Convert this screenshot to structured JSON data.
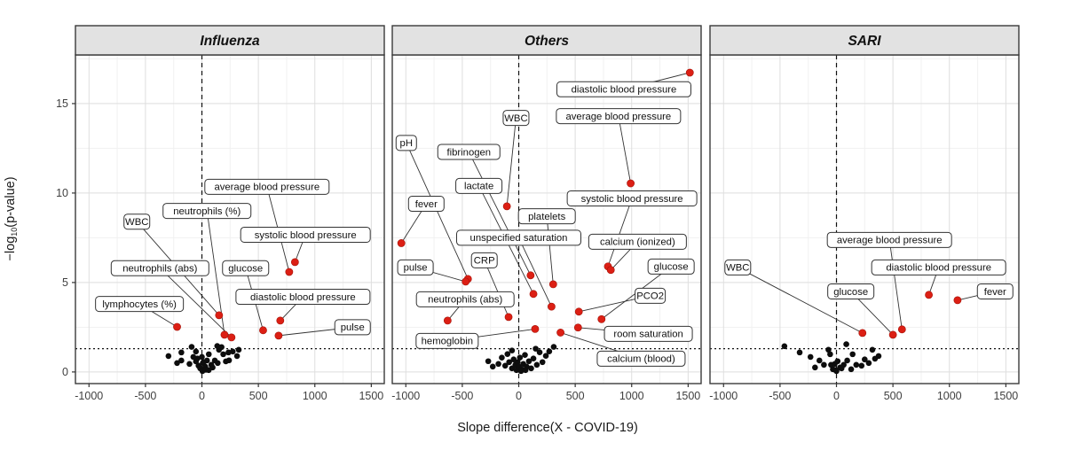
{
  "chart_data": {
    "type": "scatter",
    "title": "",
    "xlabel": "Slope difference(X - COVID-19)",
    "ylabel": "-log10(p-value)",
    "xlim": [
      -1120,
      1615
    ],
    "ylim": [
      -0.65,
      17.72
    ],
    "x_ticks": [
      -1000,
      -500,
      0,
      500,
      1000,
      1500
    ],
    "y_ticks": [
      0,
      5,
      10,
      15
    ],
    "x_minor": [
      -750,
      -250,
      250,
      750,
      1250
    ],
    "y_minor": [
      2.5,
      7.5,
      12.5,
      17.5
    ],
    "threshold_line_y": 1.3,
    "zero_line_x": 0,
    "legend_position": "none",
    "grid": true,
    "panels": [
      {
        "title": "Influenza",
        "labeled_points": [
          {
            "label": "average blood pressure",
            "x": 773,
            "y": 5.59,
            "lx": 576,
            "ly": 10.35
          },
          {
            "label": "neutrophils (%)",
            "x": 200,
            "y": 2.08,
            "lx": 45,
            "ly": 9.0
          },
          {
            "label": "WBC",
            "x": 152,
            "y": 3.17,
            "lx": -576,
            "ly": 8.4
          },
          {
            "label": "systolic blood pressure",
            "x": 824,
            "y": 6.14,
            "lx": 917,
            "ly": 7.67
          },
          {
            "label": "neutrophils (abs)",
            "x": 262,
            "y": 1.93,
            "lx": -371,
            "ly": 5.8
          },
          {
            "label": "glucose",
            "x": 542,
            "y": 2.33,
            "lx": 387,
            "ly": 5.8
          },
          {
            "label": "diastolic blood pressure",
            "x": 694,
            "y": 2.87,
            "lx": 895,
            "ly": 4.2
          },
          {
            "label": "lymphocytes (%)",
            "x": -220,
            "y": 2.52,
            "lx": -553,
            "ly": 3.8
          },
          {
            "label": "pulse",
            "x": 679,
            "y": 2.03,
            "lx": 1334,
            "ly": 2.5
          }
        ],
        "points": [
          [
            -296,
            0.89
          ],
          [
            -220,
            0.5
          ],
          [
            -182,
            1.09
          ],
          [
            -182,
            0.64
          ],
          [
            -91,
            1.4
          ],
          [
            -76,
            0.84
          ],
          [
            -53,
            1.14
          ],
          [
            -53,
            0.59
          ],
          [
            -30,
            0.35
          ],
          [
            0,
            0.84
          ],
          [
            8,
            0.5
          ],
          [
            23,
            0.15
          ],
          [
            45,
            0.64
          ],
          [
            61,
            0.99
          ],
          [
            83,
            0.4
          ],
          [
            114,
            0.64
          ],
          [
            136,
            1.45
          ],
          [
            151,
            1.24
          ],
          [
            174,
            1.39
          ],
          [
            189,
            0.99
          ],
          [
            212,
            0.59
          ],
          [
            235,
            1.09
          ],
          [
            273,
            1.14
          ],
          [
            311,
            0.89
          ],
          [
            326,
            1.24
          ],
          [
            -15,
            0.2
          ],
          [
            30,
            0.3
          ],
          [
            -110,
            0.45
          ],
          [
            60,
            0.1
          ],
          [
            15,
            0.55
          ],
          [
            -40,
            0.75
          ],
          [
            95,
            0.25
          ],
          [
            140,
            0.5
          ],
          [
            240,
            0.65
          ],
          [
            5,
            0.05
          ],
          [
            35,
            0.12
          ]
        ]
      },
      {
        "title": "Others",
        "labeled_points": [
          {
            "label": "diastolic blood pressure",
            "x": 1515,
            "y": 16.73,
            "lx": 931,
            "ly": 15.8
          },
          {
            "label": "average blood pressure",
            "x": 991,
            "y": 10.54,
            "lx": 883,
            "ly": 14.3
          },
          {
            "label": "WBC",
            "x": -105,
            "y": 9.26,
            "lx": -24,
            "ly": 14.2
          },
          {
            "label": "pH",
            "x": -450,
            "y": 5.2,
            "lx": -996,
            "ly": 12.8
          },
          {
            "label": "fibrinogen",
            "x": 105,
            "y": 5.4,
            "lx": -442,
            "ly": 12.3
          },
          {
            "label": "lactate",
            "x": 130,
            "y": 4.36,
            "lx": -353,
            "ly": 10.4
          },
          {
            "label": "fever",
            "x": -1040,
            "y": 7.2,
            "lx": -819,
            "ly": 9.4
          },
          {
            "label": "systolic blood pressure",
            "x": 790,
            "y": 5.9,
            "lx": 1003,
            "ly": 9.7
          },
          {
            "label": "platelets",
            "x": 305,
            "y": 4.9,
            "lx": 249,
            "ly": 8.7
          },
          {
            "label": "unspecified saturation",
            "x": 290,
            "y": 3.65,
            "lx": 0,
            "ly": 7.5
          },
          {
            "label": "calcium (ionized)",
            "x": 815,
            "y": 5.7,
            "lx": 1052,
            "ly": 7.28
          },
          {
            "label": "CRP",
            "x": -90,
            "y": 3.07,
            "lx": -305,
            "ly": 6.24
          },
          {
            "label": "pulse",
            "x": -470,
            "y": 5.05,
            "lx": -915,
            "ly": 5.84
          },
          {
            "label": "glucose",
            "x": 733,
            "y": 2.95,
            "lx": 1349,
            "ly": 5.89
          },
          {
            "label": "PCO2",
            "x": 532,
            "y": 3.37,
            "lx": 1164,
            "ly": 4.26
          },
          {
            "label": "neutrophils (abs)",
            "x": -630,
            "y": 2.87,
            "lx": -474,
            "ly": 4.06
          },
          {
            "label": "room saturation",
            "x": 525,
            "y": 2.48,
            "lx": 1148,
            "ly": 2.13
          },
          {
            "label": "hemoglobin",
            "x": 145,
            "y": 2.4,
            "lx": -634,
            "ly": 1.73
          },
          {
            "label": "calcium (blood)",
            "x": 370,
            "y": 2.2,
            "lx": 1084,
            "ly": 0.74
          }
        ],
        "points": [
          [
            -270,
            0.6
          ],
          [
            -230,
            0.3
          ],
          [
            -180,
            0.45
          ],
          [
            -150,
            0.8
          ],
          [
            -120,
            0.35
          ],
          [
            -100,
            1.0
          ],
          [
            -85,
            0.55
          ],
          [
            -60,
            0.2
          ],
          [
            -45,
            0.7
          ],
          [
            -30,
            0.4
          ],
          [
            -20,
            0.1
          ],
          [
            -10,
            0.55
          ],
          [
            0,
            0.3
          ],
          [
            10,
            0.8
          ],
          [
            25,
            0.15
          ],
          [
            40,
            0.45
          ],
          [
            55,
            0.95
          ],
          [
            70,
            0.3
          ],
          [
            90,
            0.6
          ],
          [
            110,
            0.2
          ],
          [
            130,
            0.75
          ],
          [
            160,
            0.4
          ],
          [
            185,
            1.1
          ],
          [
            210,
            0.55
          ],
          [
            240,
            0.9
          ],
          [
            270,
            1.15
          ],
          [
            310,
            1.4
          ],
          [
            -60,
            1.2
          ],
          [
            150,
            1.3
          ],
          [
            20,
            0.05
          ],
          [
            60,
            0.1
          ]
        ]
      },
      {
        "title": "SARI",
        "labeled_points": [
          {
            "label": "average blood pressure",
            "x": 580,
            "y": 2.38,
            "lx": 469,
            "ly": 7.38
          },
          {
            "label": "diastolic blood pressure",
            "x": 818,
            "y": 4.31,
            "lx": 905,
            "ly": 5.84
          },
          {
            "label": "WBC",
            "x": 230,
            "y": 2.18,
            "lx": -874,
            "ly": 5.84
          },
          {
            "label": "glucose",
            "x": 500,
            "y": 2.08,
            "lx": 127,
            "ly": 4.5
          },
          {
            "label": "fever",
            "x": 1072,
            "y": 4.01,
            "lx": 1405,
            "ly": 4.5
          }
        ],
        "points": [
          [
            -461,
            1.44
          ],
          [
            -326,
            1.09
          ],
          [
            -230,
            0.84
          ],
          [
            -151,
            0.64
          ],
          [
            -71,
            1.24
          ],
          [
            -56,
            0.99
          ],
          [
            -190,
            0.25
          ],
          [
            -111,
            0.4
          ],
          [
            -48,
            0.4
          ],
          [
            -32,
            0.15
          ],
          [
            -8,
            0.1
          ],
          [
            32,
            0.25
          ],
          [
            64,
            0.4
          ],
          [
            87,
            1.55
          ],
          [
            143,
            0.99
          ],
          [
            95,
            0.64
          ],
          [
            175,
            0.4
          ],
          [
            222,
            0.35
          ],
          [
            286,
            0.5
          ],
          [
            318,
            1.24
          ],
          [
            373,
            0.89
          ],
          [
            341,
            0.74
          ],
          [
            -15,
            0.45
          ],
          [
            10,
            0.6
          ],
          [
            130,
            0.15
          ],
          [
            250,
            0.7
          ],
          [
            0,
            0.05
          ],
          [
            45,
            0.2
          ]
        ]
      }
    ]
  },
  "axes": {
    "y_prefix": "−log",
    "y_sub": "10",
    "y_suffix": "(p-value)"
  },
  "colors": {
    "red_point": "#DC1F14",
    "black_point": "#0d0d0d",
    "grid_major": "#DEDEDE",
    "grid_minor": "#F1F1F1",
    "panel_border": "#3A3A3A",
    "header_bg": "#E2E2E2",
    "label_box_bg": "#FFFFFF",
    "label_box_border": "#333333",
    "leader_line": "#333333"
  }
}
